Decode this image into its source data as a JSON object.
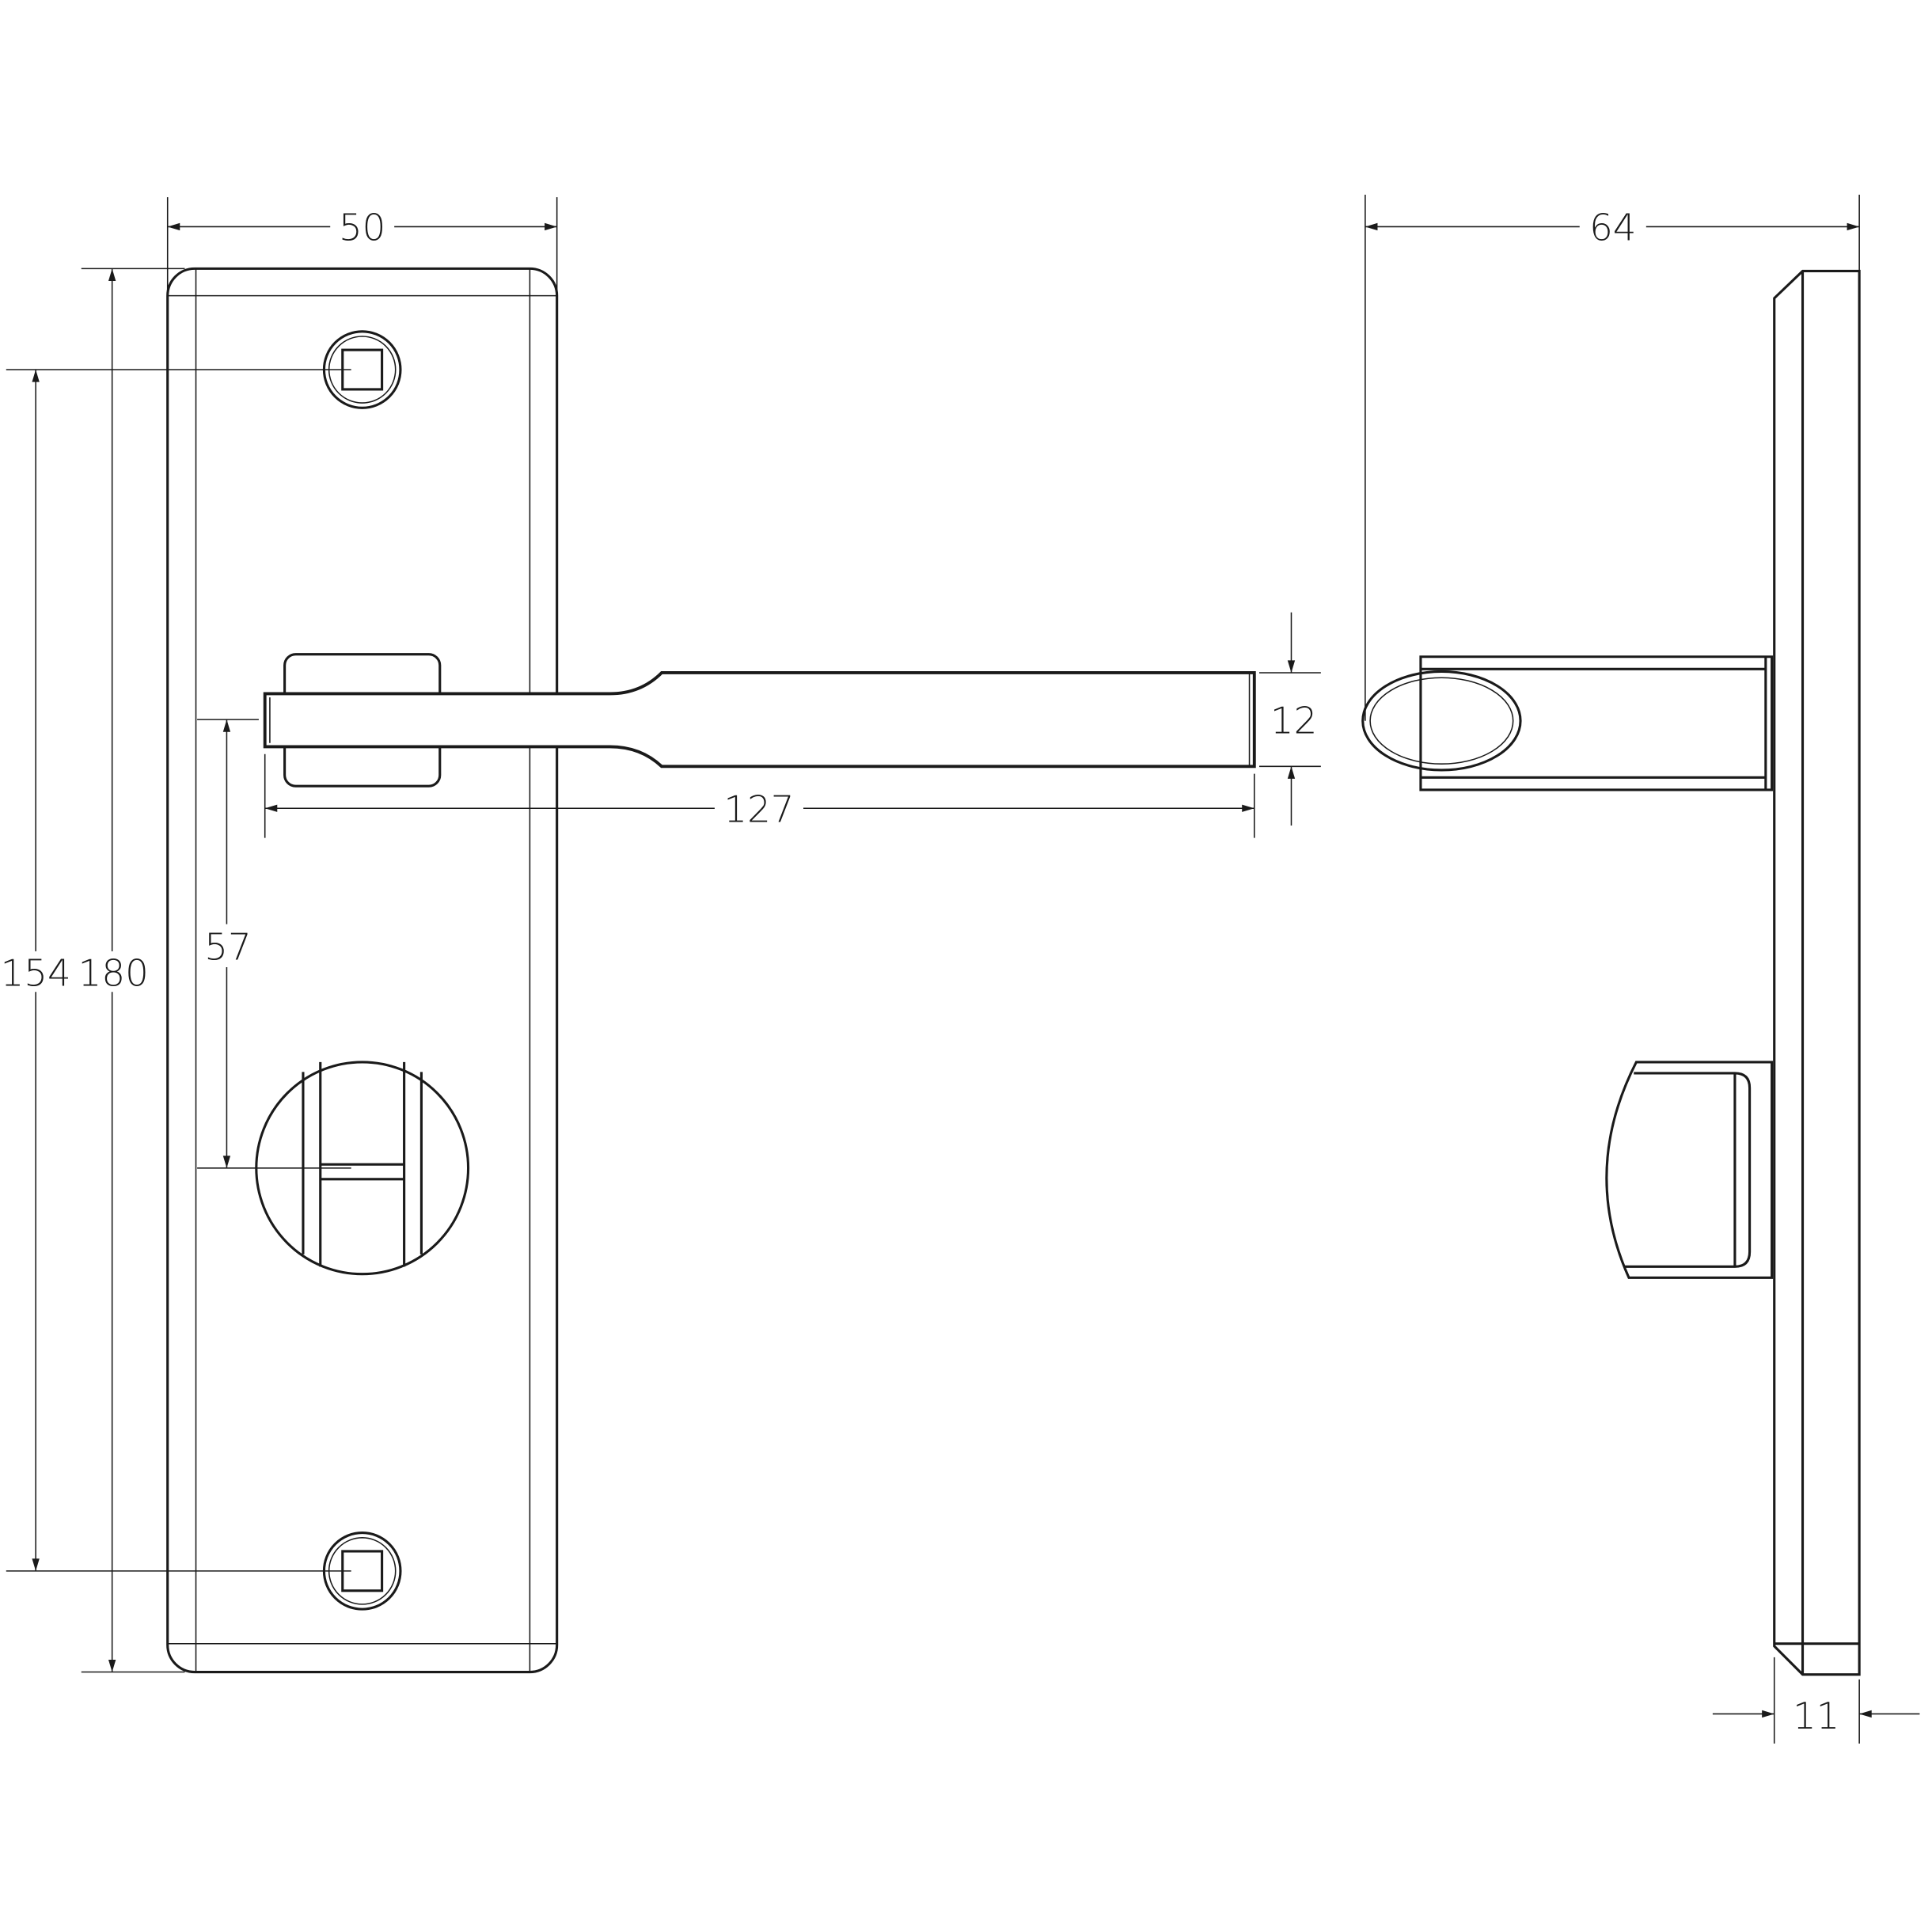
{
  "title": "Lever handle on bathroom backplate – dimension drawing",
  "dimensions": {
    "plate_width": "50",
    "plate_height": "180",
    "fixing_centres": "154",
    "lever_to_turn_centres": "57",
    "lever_length": "127",
    "lever_thickness": "12",
    "projection": "64",
    "plate_thickness": "11"
  },
  "colors": {
    "line": "#1a1a1a",
    "background": "#ffffff"
  }
}
